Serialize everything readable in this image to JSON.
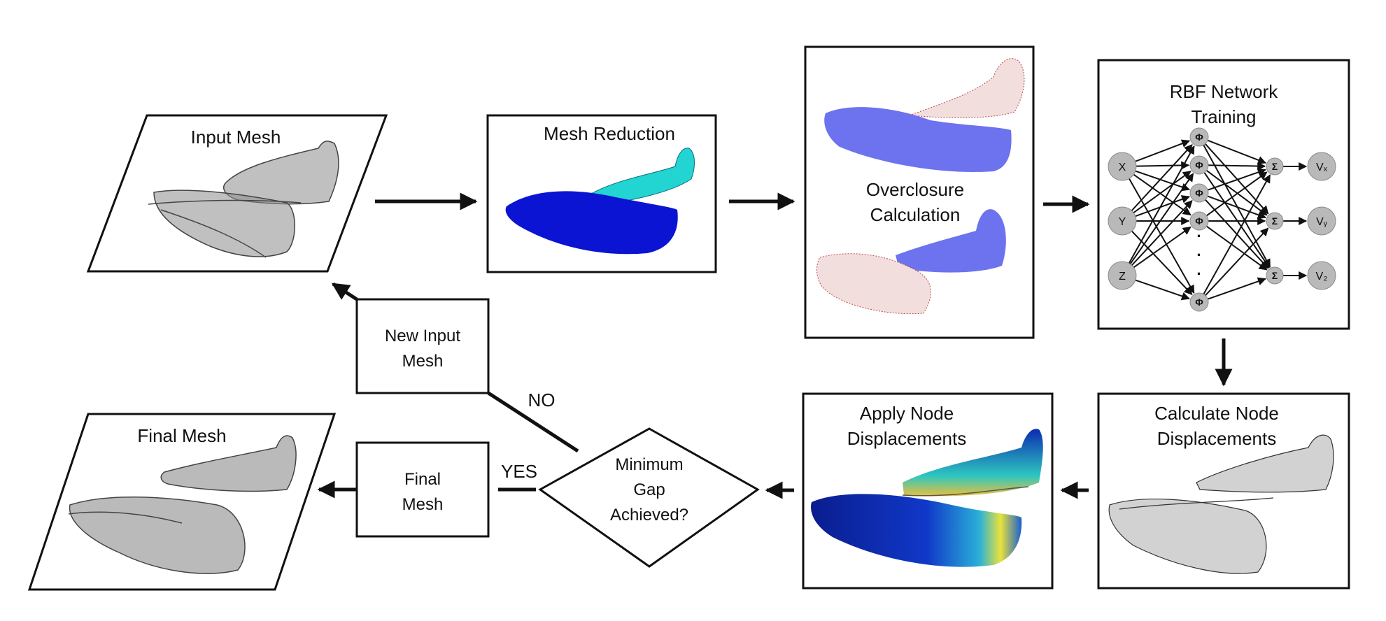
{
  "steps": {
    "input_mesh": "Input Mesh",
    "mesh_reduction": "Mesh Reduction",
    "overclosure_line1": "Overclosure",
    "overclosure_line2": "Calculation",
    "rbf_line1": "RBF Network",
    "rbf_line2": "Training",
    "calc_line1": "Calculate Node",
    "calc_line2": "Displacements",
    "apply_line1": "Apply Node",
    "apply_line2": "Displacements",
    "decision_line1": "Minimum",
    "decision_line2": "Gap",
    "decision_line3": "Achieved?",
    "new_input_line1": "New Input",
    "new_input_line2": "Mesh",
    "final_box_line1": "Final",
    "final_box_line2": "Mesh",
    "final_mesh": "Final Mesh"
  },
  "branches": {
    "no": "NO",
    "yes": "YES"
  },
  "network": {
    "inputs": [
      "X",
      "Y",
      "Z"
    ],
    "hidden": [
      "Φ",
      "Φ",
      "Φ",
      "Φ",
      "Φ"
    ],
    "ellipsis": "·",
    "sums": [
      "Σ",
      "Σ",
      "Σ"
    ],
    "outputs": [
      "Vₓ",
      "Vᵧ",
      "V₂"
    ]
  },
  "colors": {
    "stroke": "#111111",
    "mesh_gray": "#8c8c8c",
    "reduction_blue": "#0a14d2",
    "reduction_cyan": "#22d4d2",
    "overclosure_blue": "#6d72ee",
    "node_gray": "#b4b4b4",
    "heat_blue": "#0b2bb0",
    "heat_yellow": "#e9e23c"
  }
}
